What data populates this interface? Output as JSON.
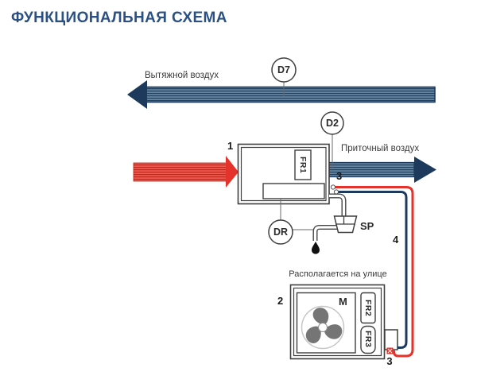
{
  "title": "ФУНКЦИОНАЛЬНАЯ СХЕМА",
  "labels": {
    "exhaust_air": "Вытяжной воздух",
    "supply_air": "Приточный воздух",
    "outdoor_note": "Располагается на улице"
  },
  "sensors": {
    "duct_exhaust": "D7",
    "duct_supply": "D2",
    "drain": "DR"
  },
  "components": {
    "indoor_unit_number": "1",
    "outdoor_unit_number": "2",
    "refrigerant_port_top": "3",
    "refrigerant_line_number": "4",
    "refrigerant_port_bottom": "3",
    "siphon": "SP",
    "fan_motor": "M",
    "filter_indoor": "FR1",
    "filter_outdoor_top": "FR2",
    "filter_outdoor_bottom": "FR3"
  },
  "colors": {
    "title_blue": "#2b5184",
    "duct_navy": "#1d3a5c",
    "refrigerant_red": "#e5322a",
    "outline_gray": "#3f3f3f"
  }
}
